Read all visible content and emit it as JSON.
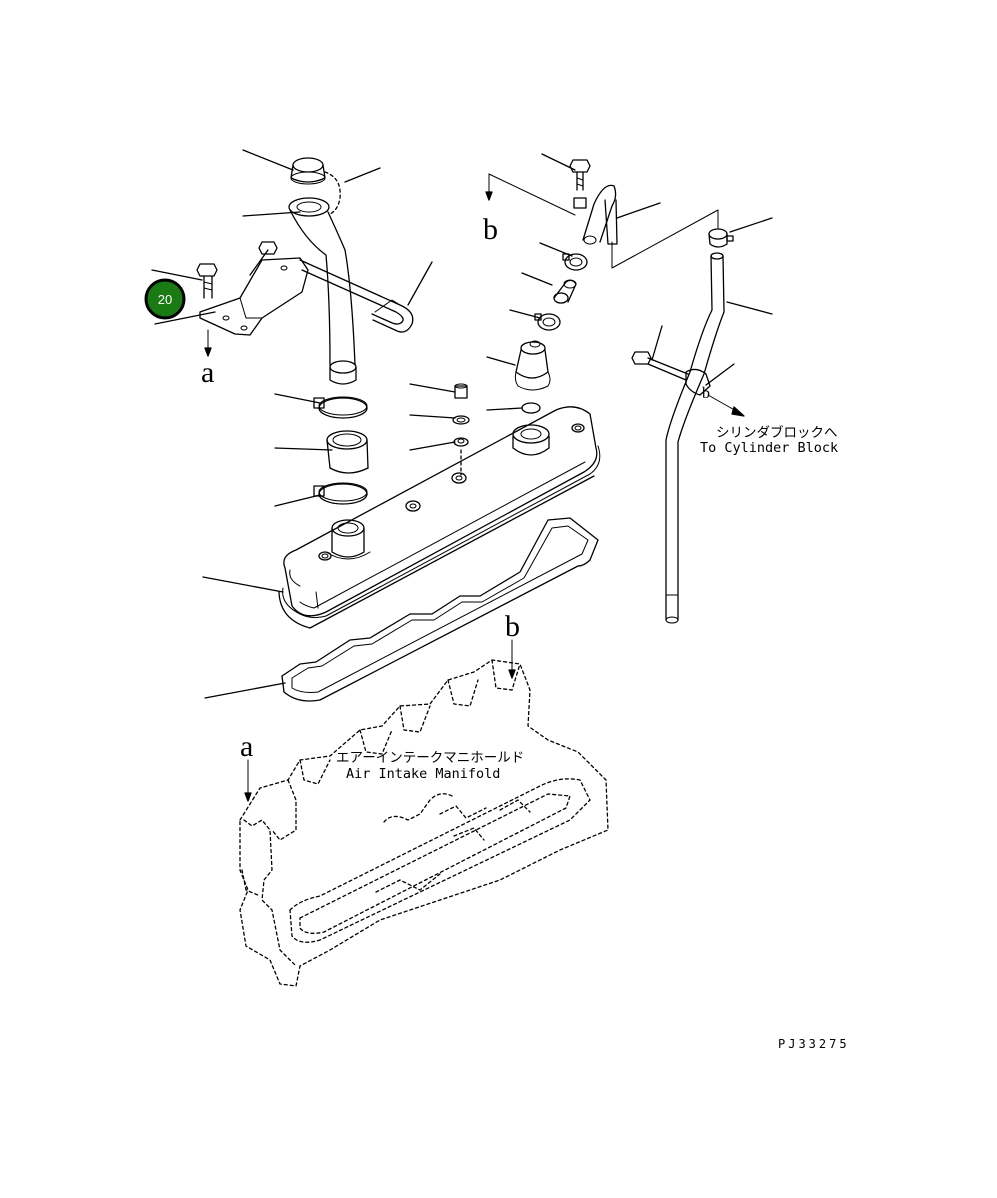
{
  "diagram": {
    "badge_label": "20",
    "badge_color": "#1a7a14",
    "ref_letters": {
      "a_top": "a",
      "a_bottom": "a",
      "b_top": "b",
      "b_mid": "b",
      "b_small": "b"
    },
    "notes": {
      "to_cylinder_block_jp": "シリンダブロックへ",
      "to_cylinder_block_en": "To Cylinder Block",
      "air_intake_jp": "エアーインテークマニホールド",
      "air_intake_en": "Air Intake Manifold"
    },
    "drawing_number": "PJ33275"
  }
}
